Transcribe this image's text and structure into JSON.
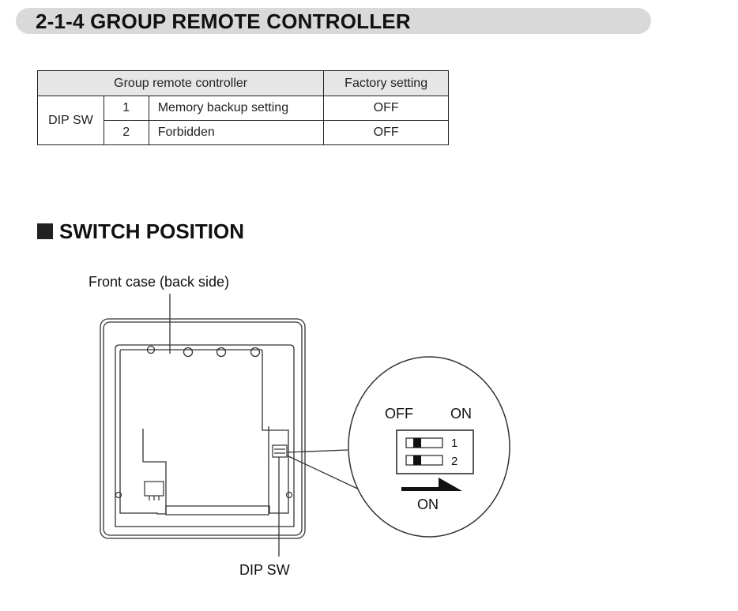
{
  "heading": {
    "title": "2-1-4 GROUP REMOTE CONTROLLER"
  },
  "table": {
    "headers": [
      "Group remote controller",
      "Factory setting"
    ],
    "group_label": "DIP SW",
    "rows": [
      {
        "number": "1",
        "function": "Memory backup setting",
        "factory": "OFF"
      },
      {
        "number": "2",
        "function": "Forbidden",
        "factory": "OFF"
      }
    ]
  },
  "section": {
    "title": "SWITCH POSITION"
  },
  "diagram": {
    "front_case_label": "Front case (back side)",
    "dip_sw_label": "DIP SW",
    "detail": {
      "off_label": "OFF",
      "on_label": "ON",
      "switch_numbers": [
        "1",
        "2"
      ],
      "arrow_label": "ON"
    }
  }
}
